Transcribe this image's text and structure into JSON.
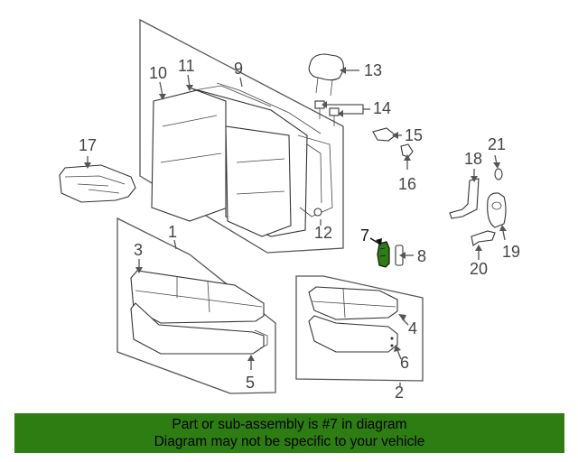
{
  "diagram": {
    "callouts": {
      "c1": "1",
      "c2": "2",
      "c3": "3",
      "c4": "4",
      "c5": "5",
      "c6": "6",
      "c7": "7",
      "c8": "8",
      "c9": "9",
      "c10": "10",
      "c11": "11",
      "c12": "12",
      "c13": "13",
      "c14": "14",
      "c15": "15",
      "c16": "16",
      "c17": "17",
      "c18": "18",
      "c19": "19",
      "c20": "20",
      "c21": "21"
    },
    "highlighted_part": "7",
    "highlight_color": "#2e7d12"
  },
  "banner": {
    "line1": "Part or sub-assembly is #7 in diagram",
    "line2": "Diagram may not be specific to your vehicle",
    "background": "#2e7d12"
  }
}
